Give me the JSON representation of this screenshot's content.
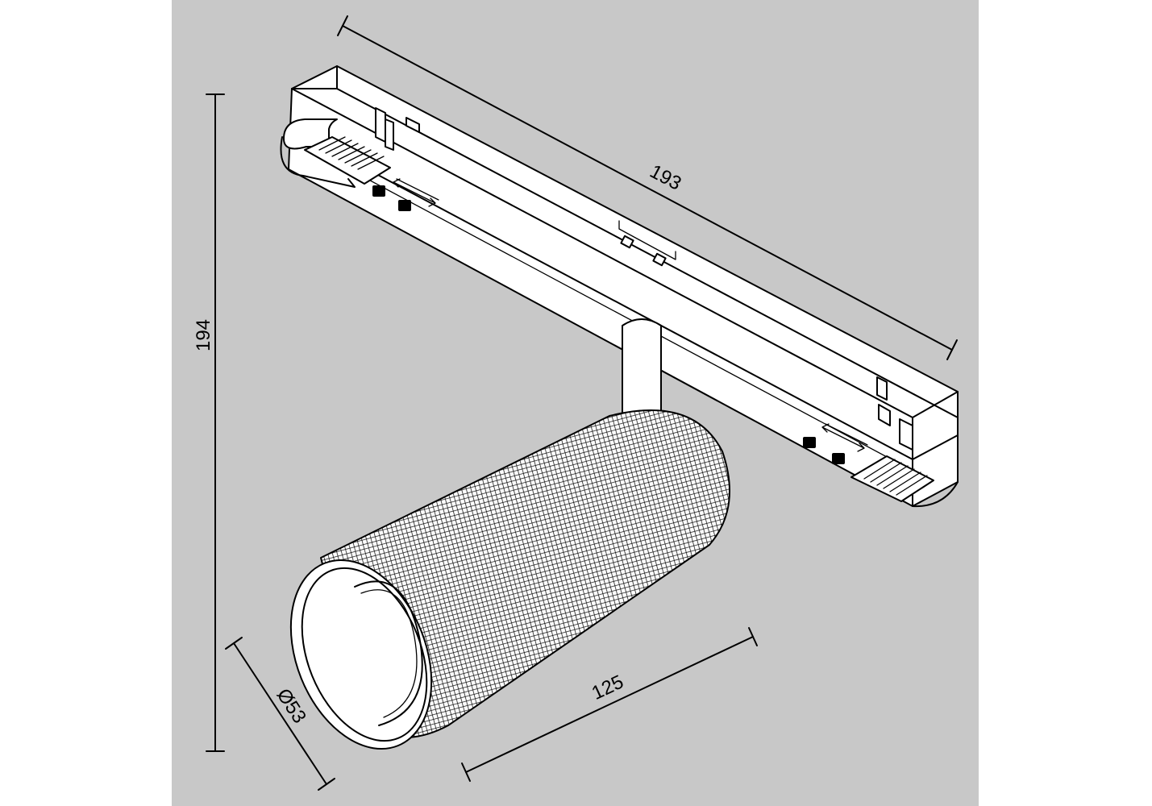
{
  "drawing": {
    "background_color": "#c8c8c8",
    "line_color": "#000000",
    "page_color": "#ffffff"
  },
  "dimensions": {
    "track_length": "193",
    "total_height": "194",
    "housing_length": "125",
    "housing_diameter": "Ø53"
  }
}
